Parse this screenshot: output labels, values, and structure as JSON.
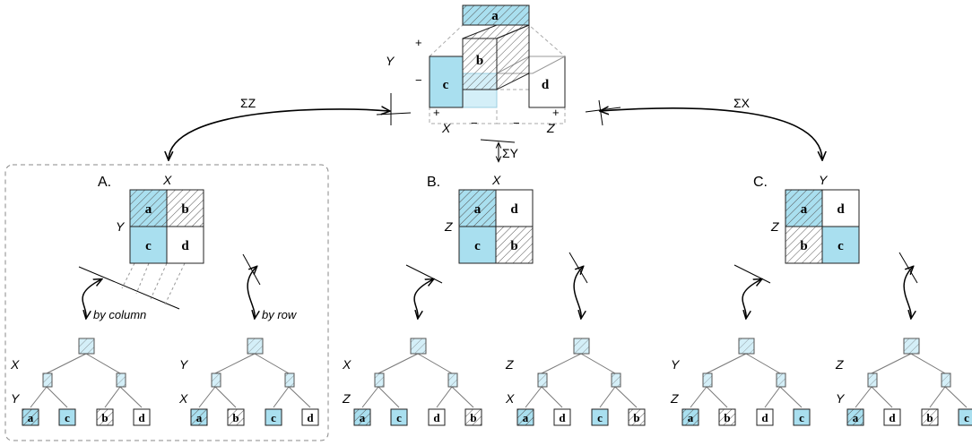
{
  "cube": {
    "labels": [
      "a",
      "b",
      "c",
      "d"
    ],
    "axis_y": "Y",
    "axis_x": "X",
    "axis_z": "Z",
    "plus": "+",
    "minus": "−"
  },
  "ops": {
    "sum_z": "ΣZ",
    "sum_x": "ΣX",
    "sum_y": "ΣY"
  },
  "panels": [
    {
      "title": "A.",
      "top_label": "X",
      "side_label": "Y",
      "grid": [
        "a",
        "b",
        "c",
        "d"
      ],
      "left_caption": "by column",
      "right_caption": "by row",
      "tree_left": {
        "level1": "X",
        "level2": "Y",
        "leaves": [
          "a",
          "c",
          "b",
          "d"
        ]
      },
      "tree_right": {
        "level1": "Y",
        "level2": "X",
        "leaves": [
          "a",
          "b",
          "c",
          "d"
        ]
      }
    },
    {
      "title": "B.",
      "top_label": "X",
      "side_label": "Z",
      "grid": [
        "a",
        "d",
        "c",
        "b"
      ],
      "tree_left": {
        "level1": "X",
        "level2": "Z",
        "leaves": [
          "a",
          "c",
          "d",
          "b"
        ]
      },
      "tree_right": {
        "level1": "Z",
        "level2": "X",
        "leaves": [
          "a",
          "d",
          "c",
          "b"
        ]
      }
    },
    {
      "title": "C.",
      "top_label": "Y",
      "side_label": "Z",
      "grid": [
        "a",
        "d",
        "b",
        "c"
      ],
      "tree_left": {
        "level1": "Y",
        "level2": "Z",
        "leaves": [
          "a",
          "b",
          "d",
          "c"
        ]
      },
      "tree_right": {
        "level1": "Z",
        "level2": "Y",
        "leaves": [
          "a",
          "d",
          "b",
          "c"
        ]
      }
    }
  ],
  "colors": {
    "blue": "#a9dfef",
    "light_blue": "#d4eff8",
    "line": "#222222",
    "hatch": "#555555"
  }
}
